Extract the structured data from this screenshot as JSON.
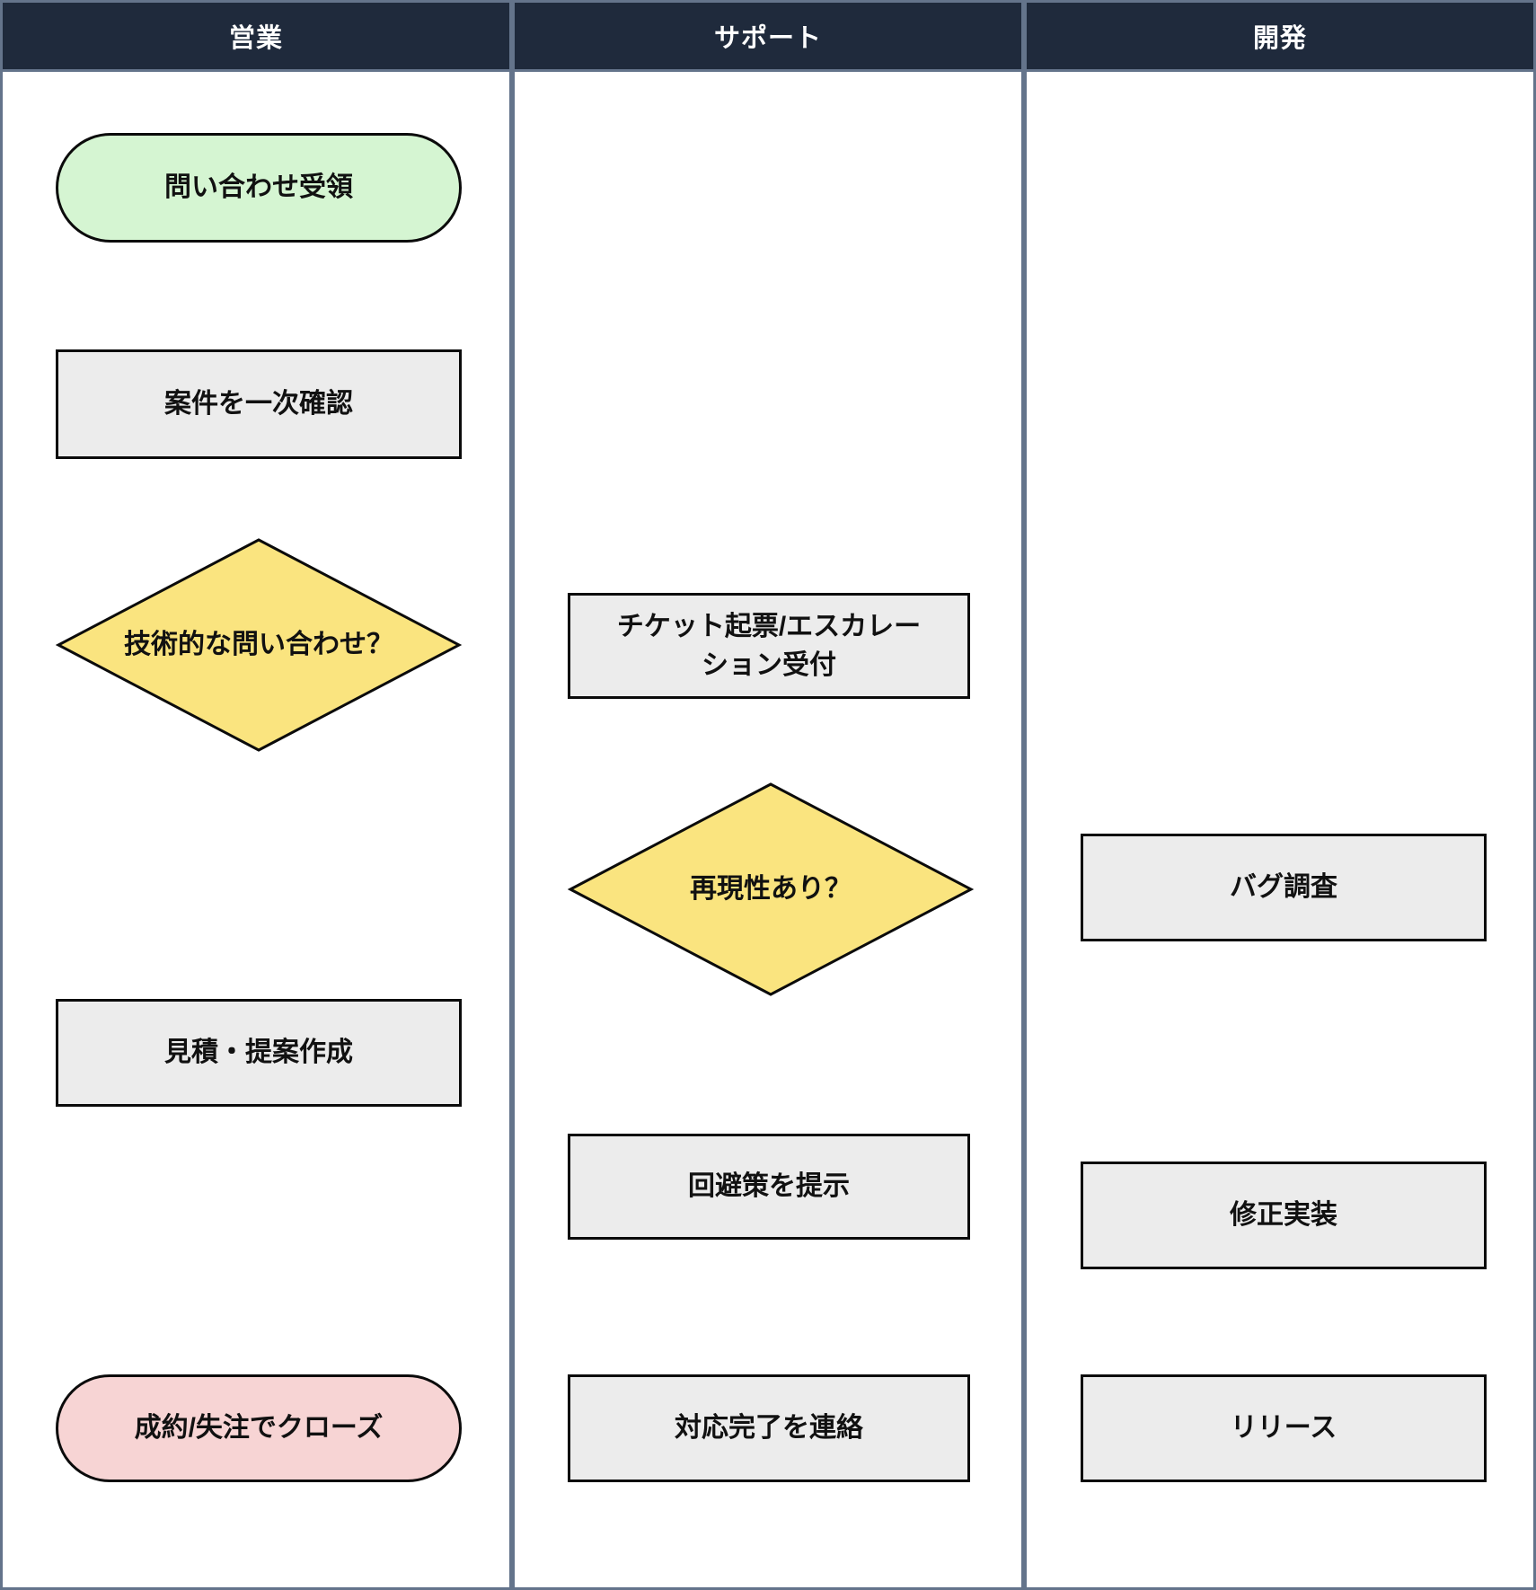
{
  "colors": {
    "header_bg": "#1f2a3c",
    "header_text": "#ffffff",
    "lane_border": "#64748b",
    "process_fill": "#ececec",
    "start_fill": "#d5f5d2",
    "end_fill": "#f7d4d4",
    "decision_fill": "#fae47f",
    "node_border": "#0b0b0b"
  },
  "lanes": [
    {
      "title": "営業",
      "nodes": [
        {
          "type": "stadium-start",
          "label": "問い合わせ受領"
        },
        {
          "type": "process",
          "label": "案件を一次確認"
        },
        {
          "type": "decision",
          "label": "技術的な問い合わせ？"
        },
        {
          "type": "process",
          "label": "見積・提案作成"
        },
        {
          "type": "stadium-end",
          "label": "成約/失注でクローズ"
        }
      ]
    },
    {
      "title": "サポート",
      "nodes": [
        {
          "type": "process",
          "label": "チケット起票/エスカレー\nション受付"
        },
        {
          "type": "decision",
          "label": "再現性あり？"
        },
        {
          "type": "process",
          "label": "回避策を提示"
        },
        {
          "type": "process",
          "label": "対応完了を連絡"
        }
      ]
    },
    {
      "title": "開発",
      "nodes": [
        {
          "type": "process",
          "label": "バグ調査"
        },
        {
          "type": "process",
          "label": "修正実装"
        },
        {
          "type": "process",
          "label": "リリース"
        }
      ]
    }
  ]
}
